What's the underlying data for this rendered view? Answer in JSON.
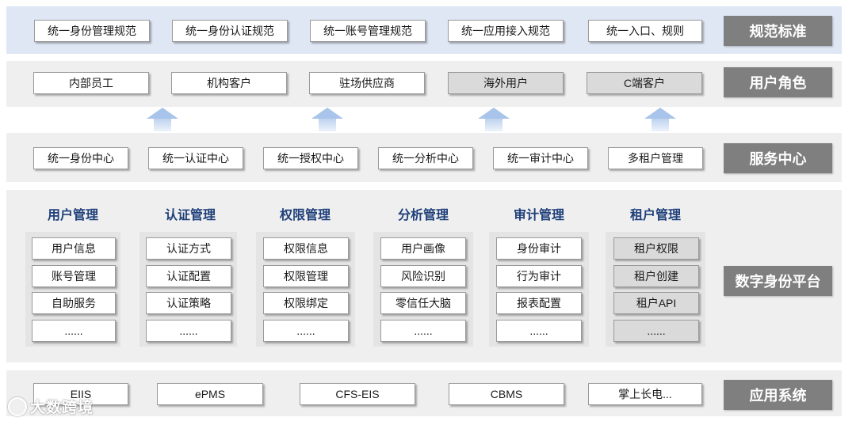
{
  "layers": {
    "standards": {
      "label": "规范标准",
      "items": [
        "统一身份管理规范",
        "统一身份认证规范",
        "统一账号管理规范",
        "统一应用接入规范",
        "统一入口、规则"
      ]
    },
    "user_roles": {
      "label": "用户角色",
      "items": [
        "内部员工",
        "机构客户",
        "驻场供应商",
        "海外用户",
        "C端客户"
      ]
    },
    "service_center": {
      "label": "服务中心",
      "items": [
        "统一身份中心",
        "统一认证中心",
        "统一授权中心",
        "统一分析中心",
        "统一审计中心",
        "多租户管理"
      ]
    },
    "platform": {
      "label": "数字身份平台",
      "modules": [
        {
          "title": "用户管理",
          "items": [
            "用户信息",
            "账号管理",
            "自助服务",
            "......"
          ]
        },
        {
          "title": "认证管理",
          "items": [
            "认证方式",
            "认证配置",
            "认证策略",
            "......"
          ]
        },
        {
          "title": "权限管理",
          "items": [
            "权限信息",
            "权限管理",
            "权限绑定",
            "......"
          ]
        },
        {
          "title": "分析管理",
          "items": [
            "用户画像",
            "风险识别",
            "零信任大脑",
            "......"
          ]
        },
        {
          "title": "审计管理",
          "items": [
            "身份审计",
            "行为审计",
            "报表配置",
            "......"
          ]
        },
        {
          "title": "租户管理",
          "items": [
            "租户权限",
            "租户创建",
            "租户API",
            "......"
          ]
        }
      ]
    },
    "apps": {
      "label": "应用系统",
      "items": [
        "EIIS",
        "ePMS",
        "CFS-EIS",
        "CBMS",
        "掌上长电..."
      ]
    }
  },
  "watermark": "大数跨境",
  "colors": {
    "standards_band": "#dfe7f4",
    "band": "#efefef",
    "layer_tag": "#7f7f7f",
    "module_title": "#1f3f7a",
    "arrow": "#a9c4ea",
    "highlight_box": "#dadada"
  }
}
